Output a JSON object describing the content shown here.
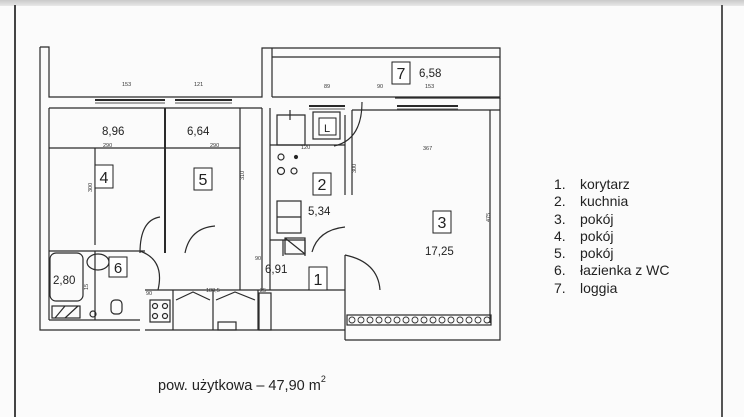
{
  "plan": {
    "rooms": [
      {
        "id": "1",
        "area": "6,91"
      },
      {
        "id": "2",
        "area": "5,34"
      },
      {
        "id": "3",
        "area": "17,25"
      },
      {
        "id": "4",
        "area": "8,96"
      },
      {
        "id": "5",
        "area": "6,64"
      },
      {
        "id": "6",
        "area": "2,80"
      },
      {
        "id": "7",
        "area": "6,58"
      }
    ],
    "dimensions": {
      "win4": "153",
      "win5": "121",
      "loggia_a": "89",
      "loggia_b": "90",
      "loggia_c": "153",
      "r4_width": "290",
      "r5_width": "290",
      "r4_height": "300",
      "r5_height": "310",
      "kitchen_width": "120",
      "r3_width": "367",
      "r3_height": "475",
      "kitchen_side": "300",
      "hall_door": "90",
      "bath_door": "90",
      "counter": "188,5",
      "column": "25",
      "bath_small": "15"
    },
    "kitchen_fridge_label": "L"
  },
  "legend": {
    "items": [
      {
        "num": "1.",
        "label": "korytarz"
      },
      {
        "num": "2.",
        "label": "kuchnia"
      },
      {
        "num": "3.",
        "label": "pokój"
      },
      {
        "num": "4.",
        "label": "pokój"
      },
      {
        "num": "5.",
        "label": "pokój"
      },
      {
        "num": "6.",
        "label": "łazienka z WC"
      },
      {
        "num": "7.",
        "label": "loggia"
      }
    ]
  },
  "total_area": {
    "text": "pow. użytkowa – 47,90 m",
    "unit_sup": "2"
  }
}
